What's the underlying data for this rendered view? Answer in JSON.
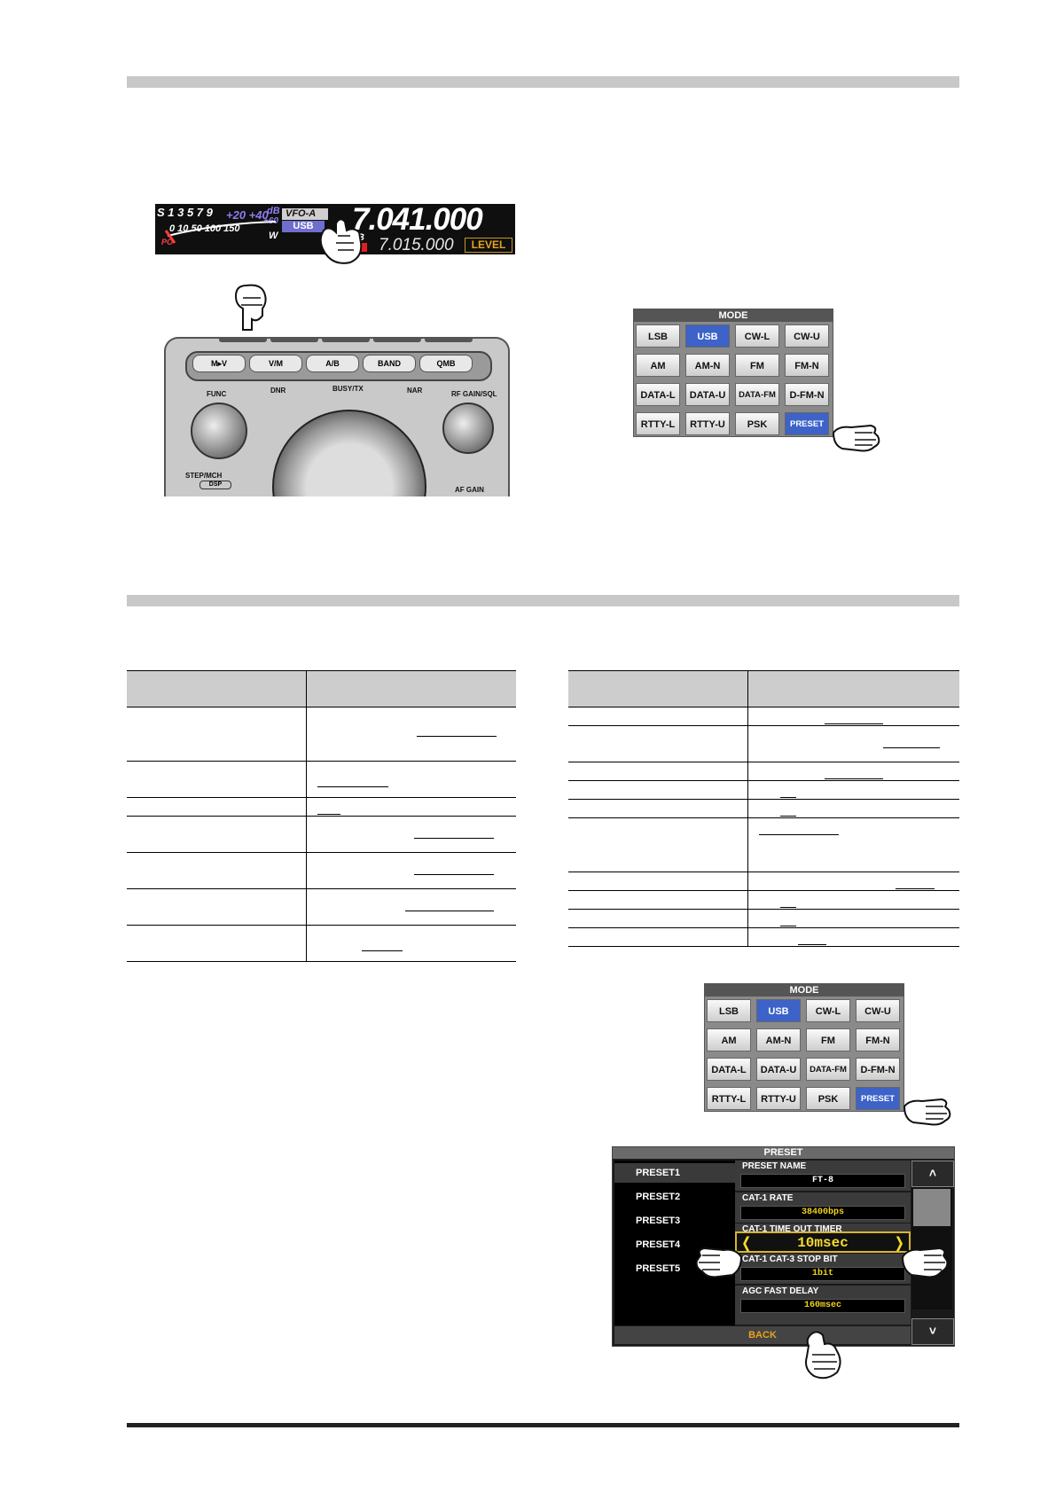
{
  "lcd": {
    "s_scale": "S 1 3 5 7 9",
    "plus_scale": "+20 +40",
    "db_label": "dB",
    "plus60": "+60",
    "po_label": "PO",
    "po_scale": "0 10 50 100 150",
    "w_label": "W",
    "vfo_label": "VFO-A",
    "mode_label": "USB",
    "main_freq": "7.041.000",
    "sub_freq": "7.015.000",
    "sub_tag": "B",
    "level_label": "LEVEL"
  },
  "panel": {
    "buttons": [
      "M▸V",
      "V/M",
      "A/B",
      "BAND",
      "QMB"
    ],
    "labels": {
      "func": "FUNC",
      "dnr": "DNR",
      "busy_tx": "BUSY/TX",
      "nar": "NAR",
      "rf_gain": "RF GAIN/SQL",
      "step_mch": "STEP/MCH",
      "dsp": "DSP",
      "af_gain": "AF GAIN"
    }
  },
  "mode_panel": {
    "title": "MODE",
    "selected": "USB",
    "highlight": "PRESET",
    "buttons": [
      "LSB",
      "USB",
      "CW-L",
      "CW-U",
      "AM",
      "AM-N",
      "FM",
      "FM-N",
      "DATA-L",
      "DATA-U",
      "DATA-FM",
      "D-FM-N",
      "RTTY-L",
      "RTTY-U",
      "PSK",
      "PRESET"
    ]
  },
  "preset_screen": {
    "title": "PRESET",
    "presets": [
      "PRESET1",
      "PRESET2",
      "PRESET3",
      "PRESET4",
      "PRESET5"
    ],
    "settings": {
      "preset_name_label": "PRESET NAME",
      "preset_name_value": "FT-8",
      "cat_rate_label": "CAT-1 RATE",
      "cat_rate_value": "38400bps",
      "timeout_label": "CAT-1 TIME OUT TIMER",
      "timeout_value": "10msec",
      "stop_bit_label": "CAT-1 CAT-3 STOP BIT",
      "stop_bit_value": "1bit",
      "agc_label": "AGC FAST DELAY",
      "agc_value": "160msec"
    },
    "back_label": "BACK",
    "scroll_up": "˄",
    "scroll_down": "˅",
    "arrow_left": "❬",
    "arrow_right": "❭"
  },
  "colors": {
    "selected_mode": "#3d63c9",
    "accent_amber": "#e8a21c",
    "value_yellow": "#f0d21e",
    "header_gray": "#c8c8c8"
  }
}
